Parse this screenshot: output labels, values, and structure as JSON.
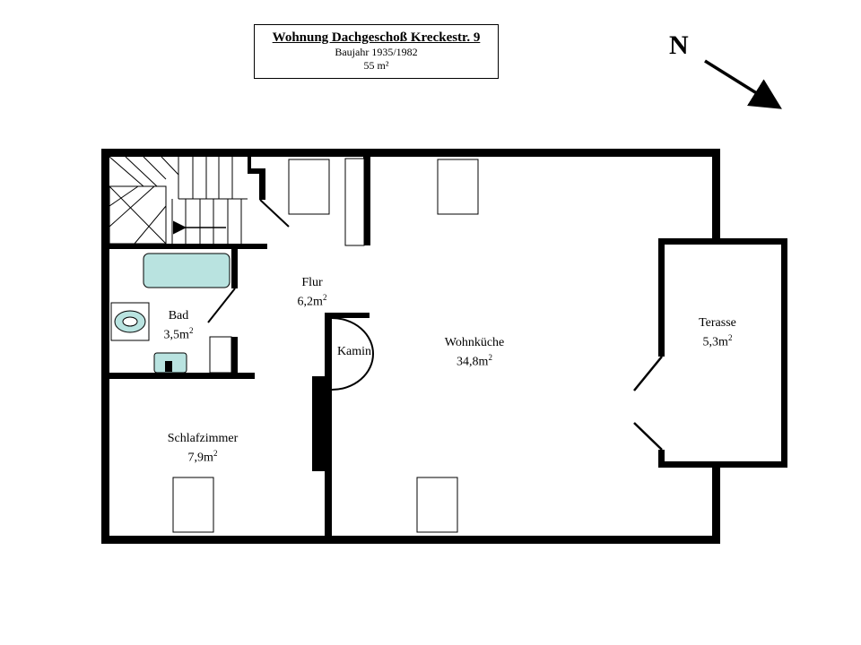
{
  "header": {
    "title": "Wohnung Dachgeschoß Kreckestr. 9",
    "year": "Baujahr 1935/1982",
    "size": "55 m²"
  },
  "compass": {
    "label": "N"
  },
  "rooms": {
    "flur": {
      "name": "Flur",
      "area": "6,2m",
      "exp": "2"
    },
    "bad": {
      "name": "Bad",
      "area": "3,5m",
      "exp": "2"
    },
    "kamin": {
      "name": "Kamin"
    },
    "wohnkueche": {
      "name": "Wohnküche",
      "area": "34,8m",
      "exp": "2"
    },
    "terasse": {
      "name": "Terasse",
      "area": "5,3m",
      "exp": "2"
    },
    "schlafzimmer": {
      "name": "Schlafzimmer",
      "area": "7,9m",
      "exp": "2"
    }
  },
  "colors": {
    "wall": "#000000",
    "fixture": "#b9e3e0",
    "background": "#ffffff"
  }
}
